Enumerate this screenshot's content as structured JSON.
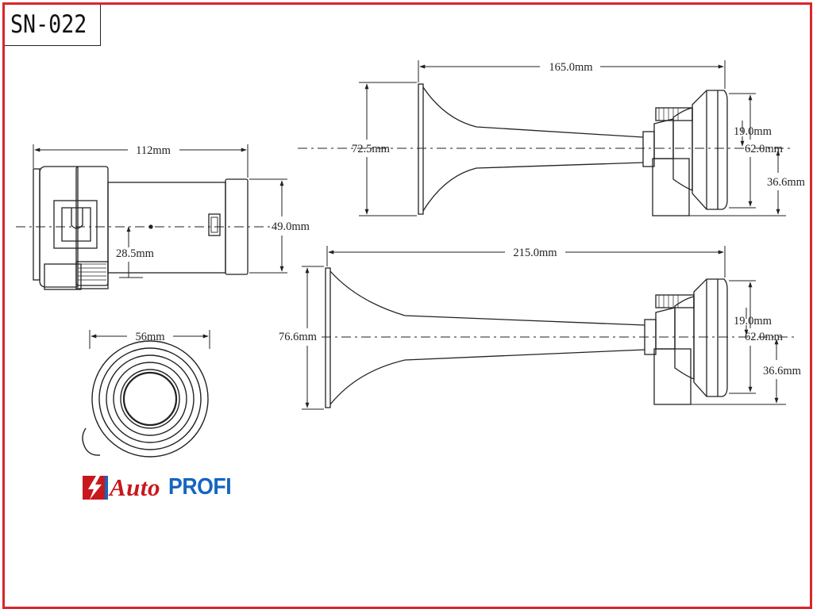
{
  "sheet": {
    "code": "SN-022",
    "border_color": "#d8262b"
  },
  "compressor": {
    "length": "112mm",
    "height": "49.0mm",
    "offset": "28.5mm",
    "diameter": "56mm"
  },
  "horn_short": {
    "length": "165.0mm",
    "bell": "72.5mm",
    "inlet": "19.0mm",
    "base": "62.0mm",
    "mount": "36.6mm"
  },
  "horn_long": {
    "length": "215.0mm",
    "bell": "76.6mm",
    "inlet": "19.0mm",
    "base": "62.0mm",
    "mount": "36.6mm"
  },
  "logo": {
    "icon": "lightning-bolt-icon",
    "part1": "Auto",
    "part2": "PROFI",
    "red": "#c8181e",
    "blue": "#1565c0"
  }
}
